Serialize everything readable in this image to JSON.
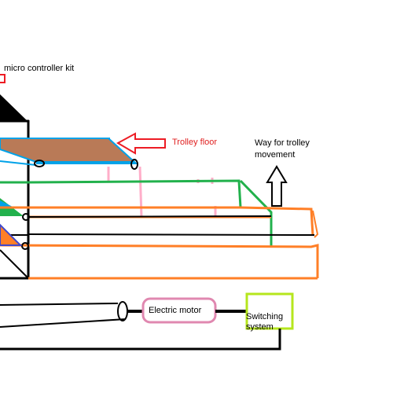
{
  "labels": {
    "micro_controller": "micro controller kit",
    "trolley_floor": "Trolley floor",
    "way_for_trolley": "Way for trolley movement",
    "electric_motor": "Electric motor",
    "switching_system": "Switching system"
  },
  "colors": {
    "trolley_floor_fill": "#b97a57",
    "outline_blue": "#00a2e8",
    "rail_green": "#22b14c",
    "rail_orange": "#ff7f27",
    "support_pink": "#ffaec9",
    "arrow_red": "#ed1c24",
    "switch_box": "#b5e61d",
    "motor_box": "#e088b0",
    "triangle_purple": "#3f48cc",
    "black": "#000000"
  }
}
